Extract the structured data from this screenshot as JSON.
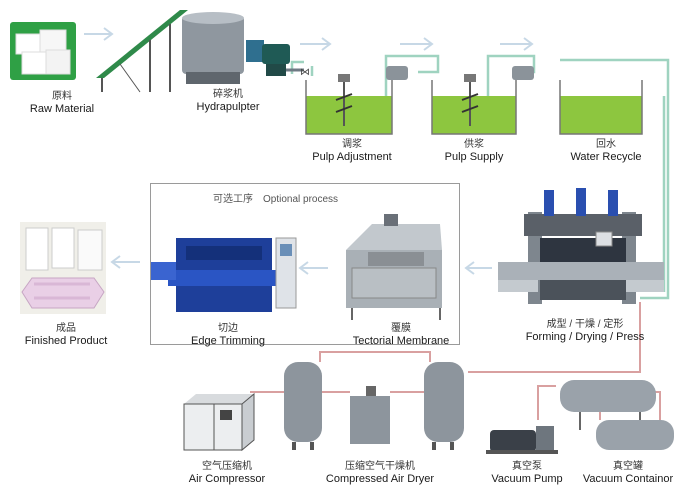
{
  "colors": {
    "pipe": "#9fd3c0",
    "water": "#8dc63f",
    "arrow": "#c7d8e6",
    "steel": "#9ba3ab",
    "blue_machine": "#1e3f9a",
    "dark_machine": "#1f5a55",
    "conveyor": "#2f8a4a",
    "air_line": "#d9a0a0"
  },
  "stages": {
    "raw_material": {
      "zh": "原料",
      "en": "Raw Material"
    },
    "hydrapulpter": {
      "zh": "碎浆机",
      "en": "Hydrapulpter"
    },
    "pulp_adjustment": {
      "zh": "调浆",
      "en": "Pulp Adjustment"
    },
    "pulp_supply": {
      "zh": "供浆",
      "en": "Pulp Supply"
    },
    "water_recycle": {
      "zh": "回水",
      "en": "Water Recycle"
    },
    "forming": {
      "zh": "成型 / 干燥 / 定形",
      "en": "Forming / Drying / Press"
    },
    "tectorial_membrane": {
      "zh": "覆膜",
      "en": "Tectorial Membrane"
    },
    "edge_trimming": {
      "zh": "切边",
      "en": "Edge Trimming"
    },
    "finished_product": {
      "zh": "成品",
      "en": "Finished Product"
    },
    "air_compressor": {
      "zh": "空气压缩机",
      "en": "Air Compressor"
    },
    "compressed_air_dryer": {
      "zh": "压缩空气干燥机",
      "en": "Compressed Air Dryer"
    },
    "vacuum_pump": {
      "zh": "真空泵",
      "en": "Vacuum Pump"
    },
    "vacuum_container": {
      "zh": "真空罐",
      "en": "Vacuum Containor"
    }
  },
  "optional_process": {
    "zh": "可选工序",
    "en": "Optional process"
  }
}
